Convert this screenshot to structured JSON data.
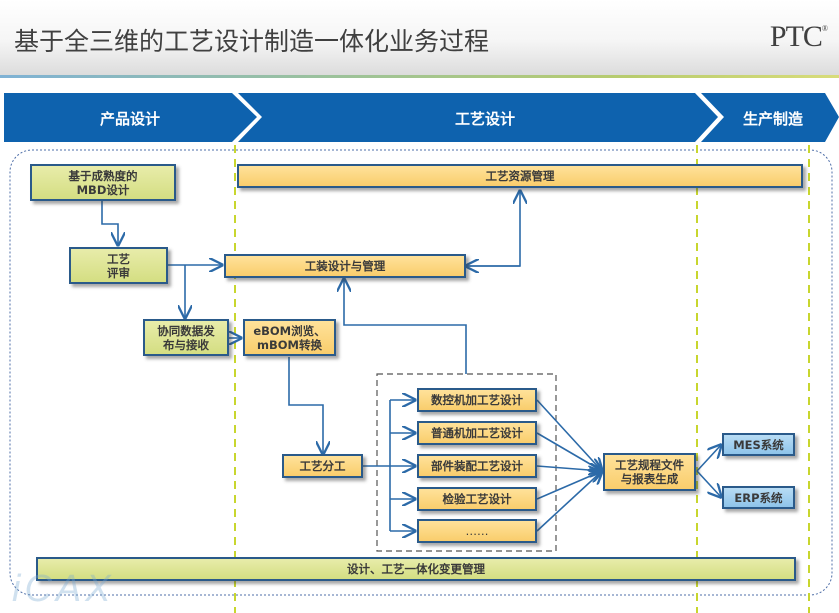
{
  "header": {
    "title": "基于全三维的工艺设计制造一体化业务过程",
    "logo": "PTC",
    "logo_mark": "®"
  },
  "phases": [
    {
      "label": "产品设计"
    },
    {
      "label": "工艺设计"
    },
    {
      "label": "生产制造"
    }
  ],
  "nodes": {
    "mbd_design": "基于成熟度的\nMBD设计",
    "process_review": "工艺\n评审",
    "collab_data": "协同数据发\n布与接收",
    "ebom_mbom": "eBOM浏览、\nmBOM转换",
    "resource_mgmt": "工艺资源管理",
    "tooling_design": "工装设计与管理",
    "process_division": "工艺分工",
    "cnc_design": "数控机加工艺设计",
    "general_machining": "普通机加工艺设计",
    "assembly_design": "部件装配工艺设计",
    "inspection_design": "检验工艺设计",
    "more": "……",
    "doc_generation": "工艺规程文件\n与报表生成",
    "mes": "MES系统",
    "erp": "ERP系统",
    "change_mgmt": "设计、工艺一体化变更管理"
  },
  "colors": {
    "phase_blue": "#0e62ae",
    "green_box": "#dde495",
    "yellow_box": "#fcd67f",
    "blue_box": "#a3d0ef",
    "arrow": "#2c6aa8",
    "divider": "#c8d62e"
  },
  "watermark": "iCAX"
}
